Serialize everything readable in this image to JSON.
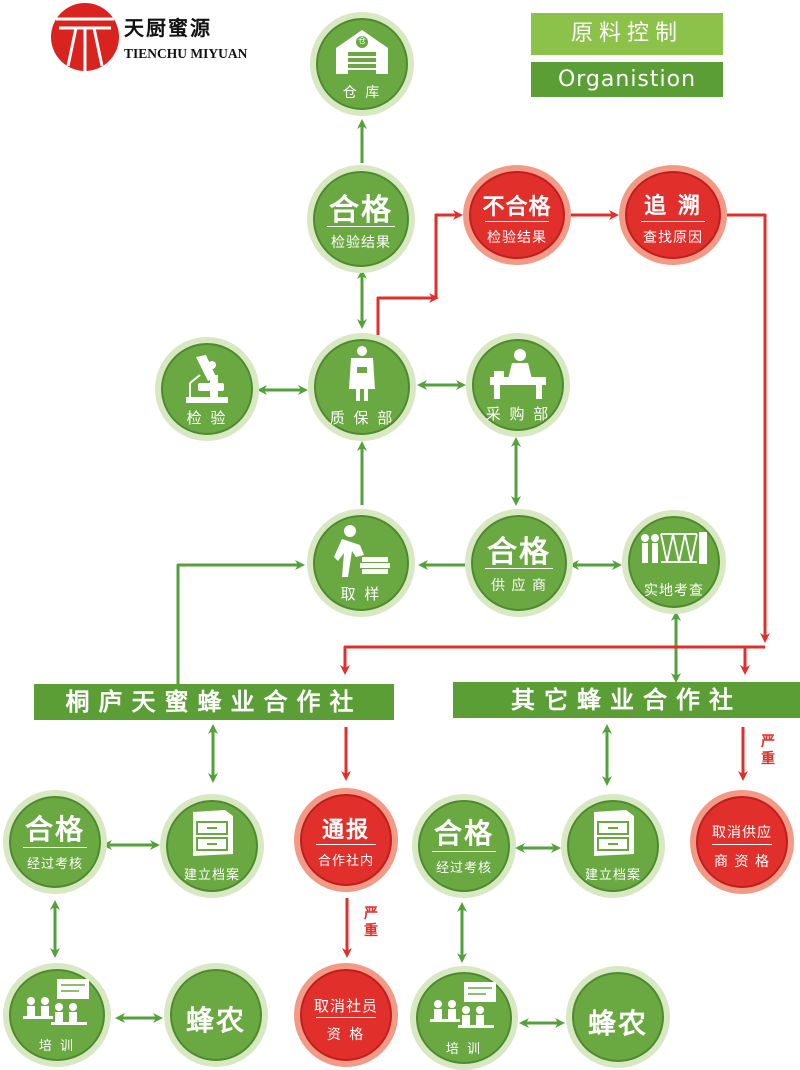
{
  "logo": {
    "cn": "天厨蜜源",
    "en": "TIENCHU MIYUAN"
  },
  "header": {
    "title": "原料控制",
    "subtitle": "Organistion"
  },
  "nodes": {
    "warehouse": "仓 库",
    "warehouse_sign": "仓",
    "qualified_result": {
      "big": "合格",
      "small": "检验结果"
    },
    "unqualified_result": {
      "big": "不合格",
      "small": "检验结果"
    },
    "trace": {
      "big": "追 溯",
      "small": "查找原因"
    },
    "inspection": "检  验",
    "qa": "质 保 部",
    "purchasing": "采 购 部",
    "sampling": "取  样",
    "supplier": {
      "big": "合格",
      "small": "供 应 商"
    },
    "site_check": "实地考查",
    "left_assessed": {
      "big": "合格",
      "small": "经过考核"
    },
    "left_archive": "建立档案",
    "notify": {
      "big": "通报",
      "small": "合作社内"
    },
    "left_training": "培  训",
    "left_beekeeper": "蜂农",
    "cancel_member": {
      "line1": "取消社员",
      "line2": "资  格"
    },
    "right_assessed": {
      "big": "合格",
      "small": "经过考核"
    },
    "right_archive": "建立档案",
    "cancel_supplier": {
      "line1": "取消供应",
      "line2": "商 资 格"
    },
    "right_training": "培  训",
    "right_beekeeper": "蜂农"
  },
  "bars": {
    "left": "桐庐天蜜蜂业合作社",
    "right": "其它蜂业合作社"
  },
  "notes": {
    "severe_1": "严重",
    "severe_2": "严重"
  },
  "colors": {
    "green": "#6aa842",
    "bar_green": "#5a9e35",
    "red": "#e12f2c",
    "header_light": "#8cc24a"
  }
}
